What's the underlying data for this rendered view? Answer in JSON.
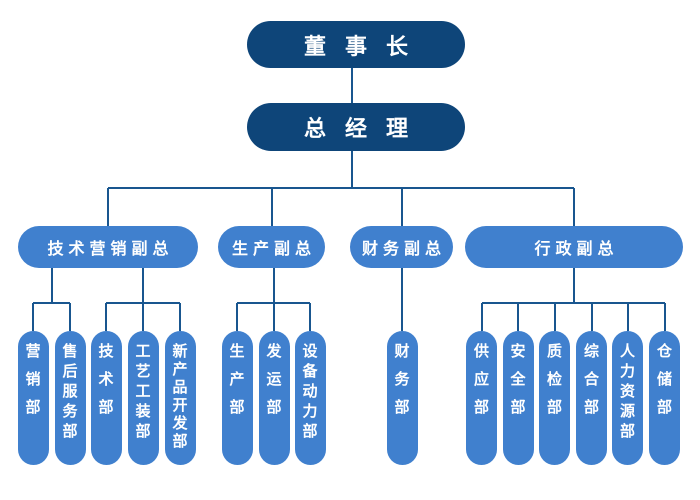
{
  "colors": {
    "executive_fill": "#0e4579",
    "node_fill": "#4080ce",
    "connector_line": "#19568f",
    "node_text": "#ffffff",
    "background": "#ffffff"
  },
  "org": {
    "chairman": {
      "label": "董事长"
    },
    "general_manager": {
      "label": "总经理"
    },
    "vps": [
      {
        "label": "技术营销副总",
        "departments": [
          [
            "营销部",
            "售后服务部"
          ],
          [
            "技术部",
            "工艺工装部",
            "新产品开发部"
          ]
        ]
      },
      {
        "label": "生产副总",
        "departments": [
          [
            "生产部",
            "发运部",
            "设备动力部"
          ]
        ]
      },
      {
        "label": "财务副总",
        "departments": [
          [
            "财务部"
          ]
        ]
      },
      {
        "label": "行政副总",
        "departments": [
          [
            "供应部",
            "安全部",
            "质检部",
            "综合部",
            "人力资源部",
            "仓储部"
          ]
        ]
      }
    ]
  }
}
